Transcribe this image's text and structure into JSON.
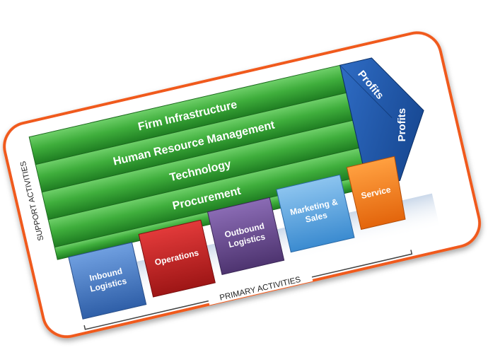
{
  "support_label": "SUPPORT ACTIVITIES",
  "primary_label": "PRIMARY ACTIVITIES",
  "support_activities": [
    "Firm Infrastructure",
    "Human Resource Management",
    "Technology",
    "Procurement"
  ],
  "primary_activities": [
    {
      "line1": "Inbound",
      "line2": "Logistics"
    },
    {
      "line1": "Operations",
      "line2": ""
    },
    {
      "line1": "Outbound",
      "line2": "Logistics"
    },
    {
      "line1": "Marketing &",
      "line2": "Sales"
    },
    {
      "line1": "Service",
      "line2": ""
    }
  ],
  "profits_top": "Profits",
  "profits_side": "Profits",
  "colors": {
    "frame": "#f05a1e",
    "support": "#3aa63a",
    "inbound": "#4e7fc4",
    "operations": "#c62222",
    "outbound": "#6b4c91",
    "marketing": "#59a6df",
    "service": "#f7821e",
    "profits": "#1c4f9c"
  }
}
